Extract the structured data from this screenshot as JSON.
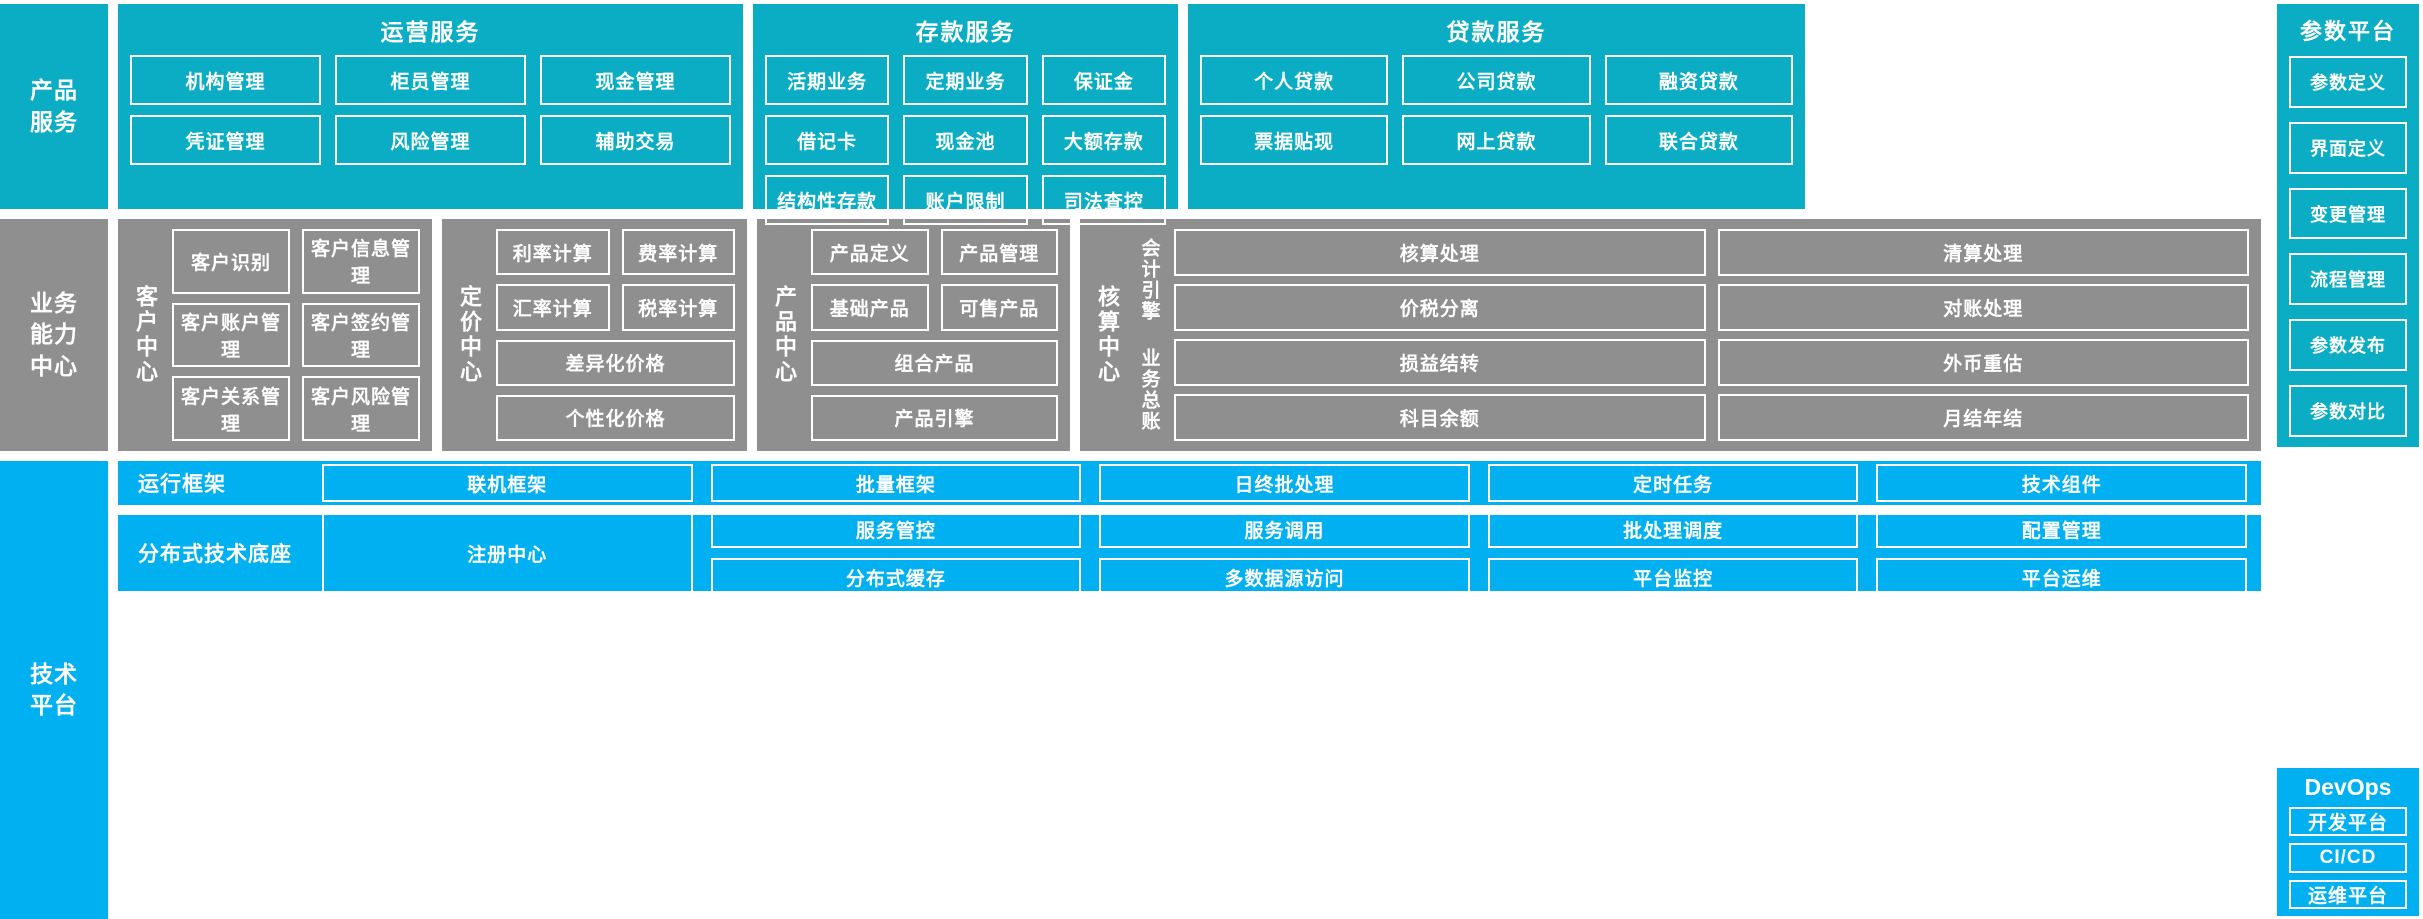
{
  "colors": {
    "product_service_cyan": "#0aadc3",
    "business_capability_grey": "#8f8f8f",
    "technical_platform_blue": "#00b0f0",
    "box_border": "#ffffff",
    "text": "#ffffff"
  },
  "layers": {
    "product_service": {
      "label": "产品\n服务",
      "line1": "产品",
      "line2": "服务"
    },
    "business_capability": {
      "line1": "业务",
      "line2": "能力",
      "line3": "中心"
    },
    "technical_platform": {
      "line1": "技术",
      "line2": "平台"
    }
  },
  "product_service": {
    "groups": [
      {
        "title": "运营服务",
        "items": [
          "机构管理",
          "柜员管理",
          "现金管理",
          "凭证管理",
          "风险管理",
          "辅助交易"
        ]
      },
      {
        "title": "存款服务",
        "items": [
          "活期业务",
          "定期业务",
          "保证金",
          "借记卡",
          "现金池",
          "大额存款",
          "结构性存款",
          "账户限制",
          "司法查控"
        ]
      },
      {
        "title": "贷款服务",
        "items": [
          "个人贷款",
          "公司贷款",
          "融资贷款",
          "票据贴现",
          "网上贷款",
          "联合贷款"
        ]
      }
    ]
  },
  "parameter_platform": {
    "title": "参数平台",
    "items": [
      "参数定义",
      "界面定义",
      "变更管理",
      "流程管理",
      "参数发布",
      "参数对比"
    ]
  },
  "business_capability": {
    "centers": [
      {
        "label": "客户中心",
        "items": [
          "客户识别",
          "客户信息管理",
          "客户账户管理",
          "客户签约管理",
          "客户关系管理",
          "客户风险管理"
        ]
      },
      {
        "label": "定价中心",
        "items": [
          "利率计算",
          "费率计算",
          "汇率计算",
          "税率计算"
        ],
        "wide_items": [
          "差异化价格",
          "个性化价格"
        ]
      },
      {
        "label": "产品中心",
        "items": [
          "产品定义",
          "产品管理",
          "基础产品",
          "可售产品"
        ],
        "wide_items": [
          "组合产品",
          "产品引擎"
        ]
      },
      {
        "label": "核算中心",
        "subgroups": [
          {
            "label": "会计引擎",
            "items": [
              "核算处理",
              "清算处理",
              "价税分离",
              "对账处理"
            ]
          },
          {
            "label": "业务总账",
            "items": [
              "损益结转",
              "外币重估",
              "科目余额",
              "月结年结"
            ]
          }
        ]
      }
    ]
  },
  "technical_platform": {
    "bands": [
      {
        "label": "运行框架",
        "items": [
          "联机框架",
          "批量框架",
          "日终批处理",
          "定时任务",
          "技术组件"
        ]
      },
      {
        "label": "分布式技术底座",
        "anchor_item": "注册中心",
        "items": [
          "服务管控",
          "服务调用",
          "批处理调度",
          "配置管理",
          "分布式缓存",
          "多数据源访问",
          "平台监控",
          "平台运维"
        ]
      }
    ]
  },
  "devops": {
    "title": "DevOps",
    "items": [
      "开发平台",
      "CI/CD",
      "运维平台"
    ]
  }
}
